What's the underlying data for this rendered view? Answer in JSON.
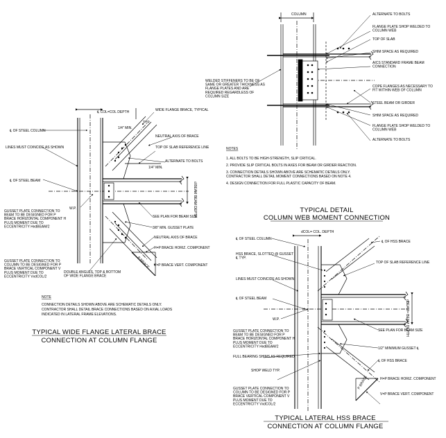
{
  "details": {
    "web": {
      "title1": "TYPICAL DETAIL",
      "title2": "COLUMN WEB MOMENT CONNECTION",
      "labels": {
        "column": "COLUMN",
        "alt_bolts": "ALTERNATE TO BOLTS",
        "flange_plate": "FLANGE PLATE SHOP WELDED TO COLUMN WEB",
        "top_slab": "TOP OF SLAB",
        "shim": "SHIM SPACE AS REQUIRED",
        "aisc": "AICS STANDARD FRAME BEAM CONNECTION",
        "welded_stiff": "WELDED STIFFENERS TO BE OF SAME OR GREATER THICKNESS AS FLANGE PLATES AND ARE REQUIRED REGARDLESS OF COLUMN SIZE",
        "cope": "COPE FLANGES AS NECESSARY TO FIT WITHIN WEB OF COLUMN",
        "steel_beam": "STEEL BEAM OR GIRDER",
        "shim2": "SHIM SPACE AS REQUIRED",
        "flange_plate2": "FLANGE PLATE SHOP WELDED TO COLUMN WEB",
        "alt_bolts2": "ALTERNATE TO BOLTS"
      },
      "notes": [
        "NOTES",
        "1.  ALL BOLTS TO BE HIGH-STRENGTH, SLIP CRITICAL.",
        "2.  PROVIDE SLIP CRITICAL BOLTS IN AXES FOR BEAM OR GIRDER REACTION.",
        "3.  CONNECTION DETAILS SHOWN ABOVE ARE SCHEMATIC DETAILS ONLY.",
        "     CONTRACTOR SHALL DETAIL MOMENT CONNECTIONS BASED ON NOTE 4.",
        "4.  DESIGN CONNECTION FOR FULL PLASTIC CAPACITY OF BEAM."
      ]
    },
    "wf": {
      "title1": "TYPICAL WIDE FLANGE LATERAL BRACE",
      "title2": "CONNECTION AT COLUMN FLANGE",
      "labels": {
        "col_depth": "℄ COL=COL DEPTH",
        "wide_flange": "WIDE FLANGE BRACE, TYPICAL",
        "typ": "TYP.",
        "min_1_4": "1/4\" MIN.",
        "cl_steel_col": "℄ OF STEEL COLUMN",
        "neutral_axis": "NEUTRAL AXIS OF BRACE",
        "lines_coincide": "LINES MUST COINCIDE AS SHOWN",
        "top_slab": "TOP OF SLAB REFERENCE LINE",
        "alt_bolts": "ALTERNATE TO BOLTS",
        "min2": "1/4\" MIN.",
        "cl_steel_beam": "℄ OF STEEL BEAM",
        "d_beam": "d BEAM BEAM DEPTH",
        "wp": "W.P.",
        "see_plan": "SEE PLAN FOR BEAM SIZE",
        "gusset_beam": "GUSSET PLATE CONNECTION TO BEAM TO BE DESIGNED FOR P BRACE HORIZONTAL COMPONENT H PLUS MOMENT DUE TO ECCENTRICITY HxdBEAM/2",
        "gusset_3_8": "3/8\" MIN. GUSSET PLATE",
        "neutral_axis2": "NEUTRAL AXIS OF BRACE",
        "h_brace": "H=P BRACE HORIZ. COMPONENT",
        "gusset_col": "GUSSET PLATE CONNECTION TO COLUMN TO BE DESIGNED FOR P BRACE VERTICAL COMPONENT V PLUS MOMENT DUE TO ECCENTRICITY VxdCOL/2",
        "double_angles": "DOUBLE ANGLES, TOP & BOTTOM OF WIDE FLANGE BRACE",
        "v_brace": "V=P BRACE VERT. COMPONENT",
        "p_brace": "P BRACE"
      },
      "notes": [
        "NOTE",
        "CONNECTION DETAILS SHOWN ABOVE ARE SCHEMATIC DETAILS ONLY.",
        "CONTRACTOR SHALL DETAIL BRACE CONNECTIONS BASED ON AXIAL LOADS",
        "INDICATED IN LATERAL FRAME ELEVATIONS."
      ]
    },
    "hss": {
      "title1": "TYPICAL LATERAL HSS BRACE",
      "title2": "CONNECTION AT COLUMN FLANGE",
      "labels": {
        "col_depth": "dCOL= COL. DEPTH",
        "cl_hss": "℄ OF HSS BRACE",
        "cl_steel_col": "℄ OF STEEL COLUMN",
        "hss_slotted": "HSS BRACE, SLOTTED @ GUSSET ℄ TYP.",
        "top_slab": "TOP OF SLAB REFERENCE LINE",
        "lines_coincide": "LINES MUST COINCIDE AS SHOWN",
        "cl_steel_beam": "℄ OF STEEL BEAM",
        "d_beam": "dBEAM= BEAM DEPTH",
        "wp": "W.P.",
        "see_plan": "SEE PLAN FOR BEAM SIZE",
        "gusset_beam": "GUSSET PLATE CONNECTION TO BEAM TO BE DESIGNED FOR P BRACE HORIZONTAL COMPONENT H PLUS MOMENT DUE TO ECCENTRICITY HxdBEAM/2",
        "half_min": "1/2\" MINIMUM GUSSET ℄",
        "shims": "FULL BEARING SHIMS AS REQUIRED",
        "cl_hss2": "℄ OF HSS BRACE",
        "shop_weld": "SHOP WELD TYP.",
        "h_brace": "H=P BRACE HORIZ. COMPONENT",
        "gusset_col": "GUSSET PLATE CONNECTION TO COLUMN TO BE DESIGNED FOR P BRACE VERTICAL COMPONENT V PLUS MOMENT DUE TO ECCENTRICITY VxdCOL/2",
        "v_brace": "V=P BRACE VERT. COMPONENT",
        "p_brace": "P BRACE"
      }
    }
  }
}
